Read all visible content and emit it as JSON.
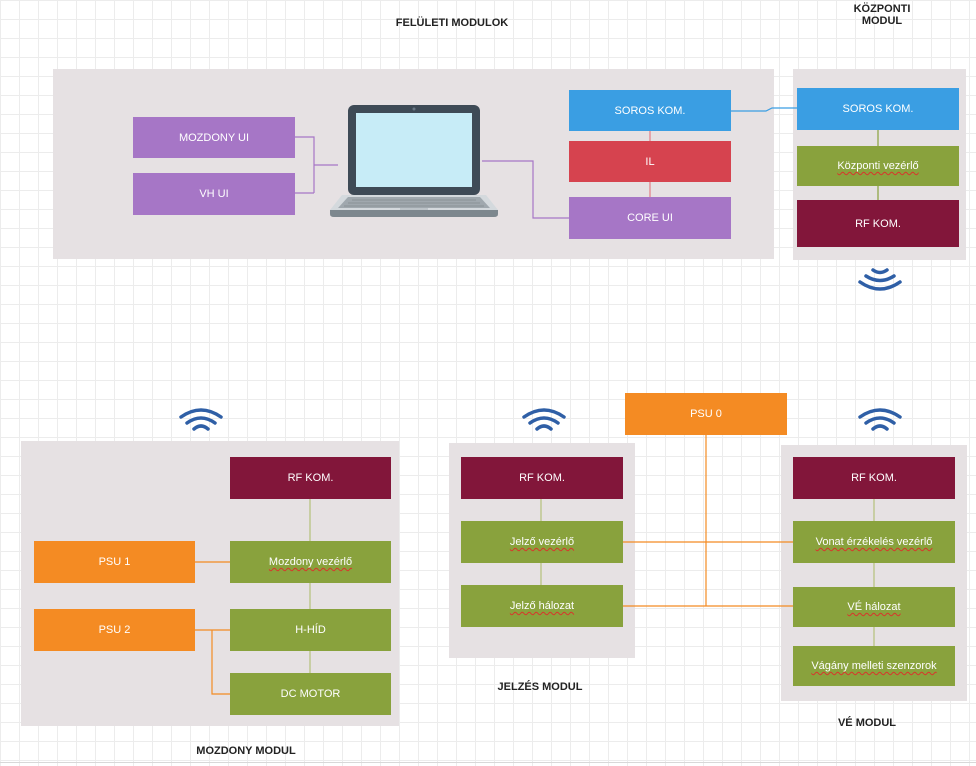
{
  "felszini": {
    "title": "FELÜLETI MODULOK",
    "mozdony_ui": "MOZDONY UI",
    "vh_ui": "VH UI",
    "soros_kom": "SOROS KOM.",
    "il": "IL",
    "core_ui": "CORE UI"
  },
  "kozponti": {
    "title_line1": "KÖZPONTI",
    "title_line2": "MODUL",
    "soros_kom": "SOROS KOM.",
    "vezerlo": "Központi vezérlő",
    "rf_kom": "RF KOM."
  },
  "psu0": "PSU 0",
  "mozdony": {
    "title": "MOZDONY MODUL",
    "rf_kom": "RF KOM.",
    "vezerlo": "Mozdony vezérlő",
    "psu1": "PSU 1",
    "psu2": "PSU 2",
    "hhid": "H-HÍD",
    "dc_motor": "DC MOTOR"
  },
  "jelzes": {
    "title": "JELZÉS MODUL",
    "rf_kom": "RF KOM.",
    "vezerlo": "Jelző vezérlő",
    "halozat": "Jelző hálozat"
  },
  "ve": {
    "title": "VÉ MODUL",
    "rf_kom": "RF KOM.",
    "vezerlo": "Vonat érzékelés vezérlő",
    "halozat": "VÉ hálozat",
    "szenzorok": "Vágány melleti szenzorok"
  },
  "colors": {
    "purple": "#a676c6",
    "blue": "#3a9ee3",
    "red": "#d6434f",
    "olive": "#89a23d",
    "maroon": "#82163a",
    "orange": "#f48b23",
    "panel": "#e6e1e3",
    "wifi": "#2f5fa6"
  },
  "icons": [
    "laptop-icon",
    "wifi-icon"
  ]
}
